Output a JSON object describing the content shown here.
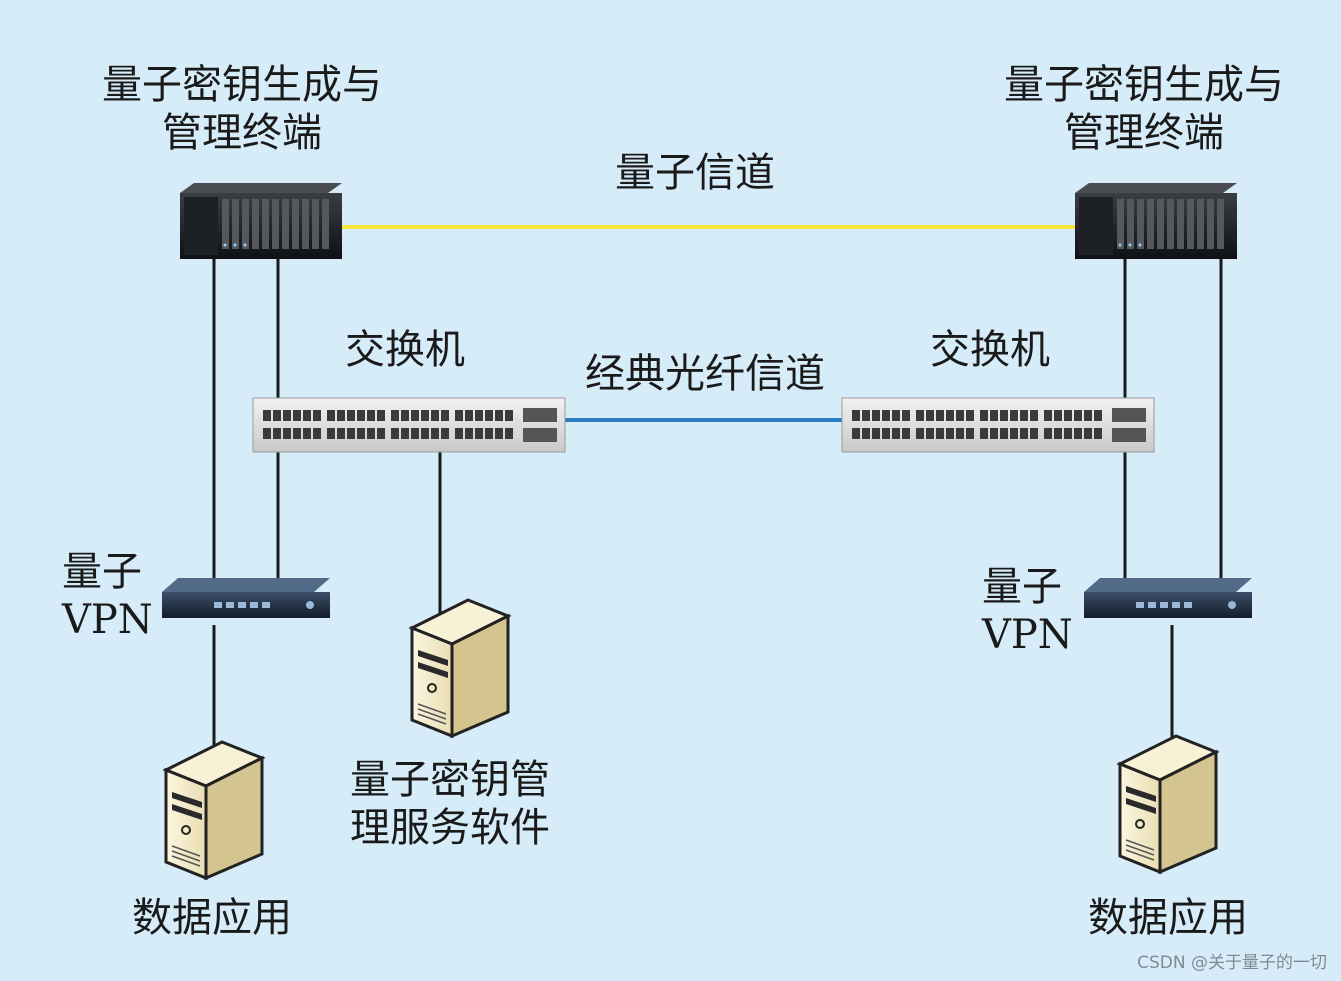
{
  "labels": {
    "left_terminal": [
      "量子密钥生成与",
      "管理终端"
    ],
    "right_terminal": [
      "量子密钥生成与",
      "管理终端"
    ],
    "quantum_channel": "量子信道",
    "left_switch": "交换机",
    "right_switch": "交换机",
    "classical_channel": "经典光纤信道",
    "left_vpn": [
      "量子",
      "VPN"
    ],
    "right_vpn": [
      "量子",
      "VPN"
    ],
    "key_service": [
      "量子密钥管",
      "理服务软件"
    ],
    "left_app": "数据应用",
    "right_app": "数据应用"
  },
  "watermark": "CSDN @关于量子的一切",
  "colors": {
    "background": "#d6edf9",
    "quantum_channel": "#f3e83a",
    "classical_channel": "#2c7cc4",
    "wire": "#1a1a1a"
  }
}
